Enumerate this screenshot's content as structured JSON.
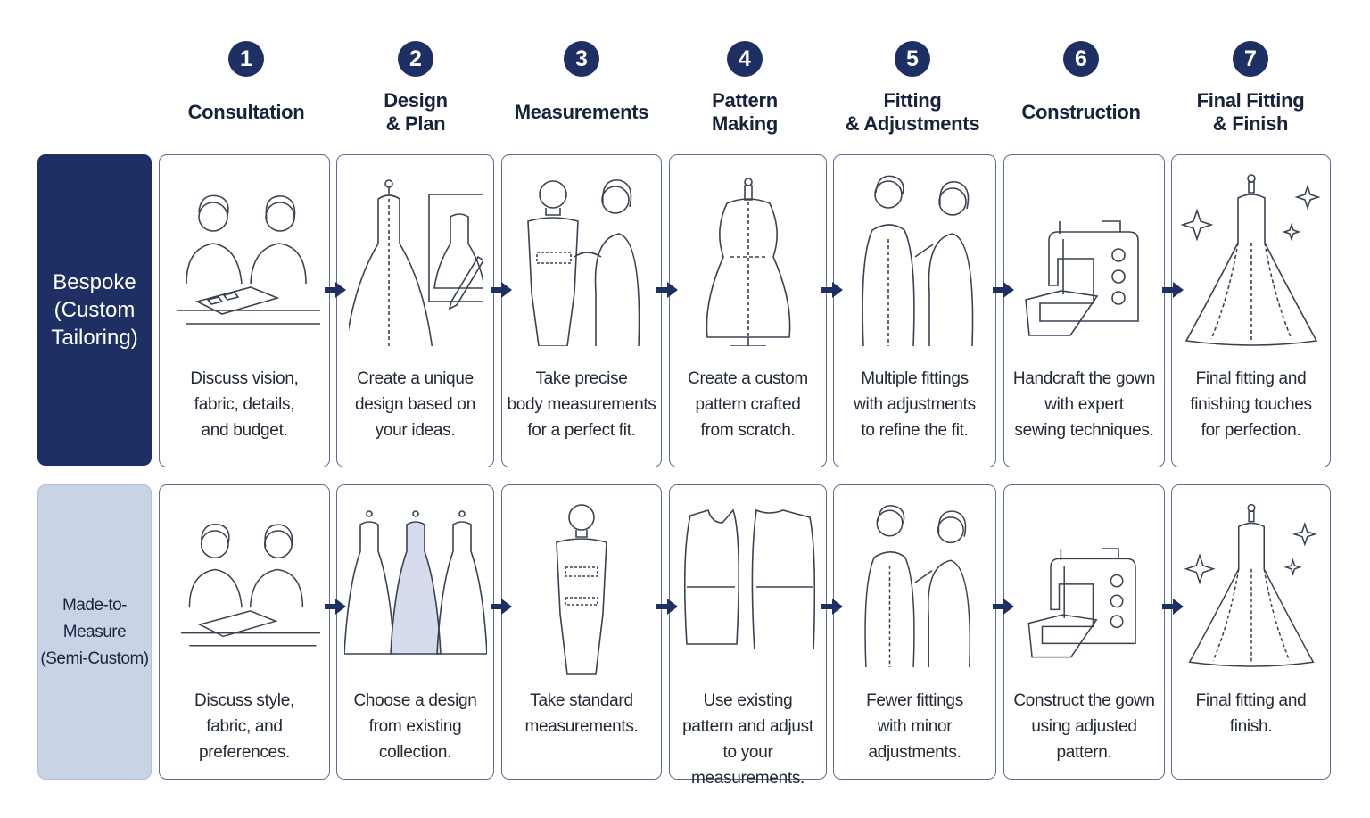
{
  "steps": [
    {
      "number": "1",
      "title": "Consultation"
    },
    {
      "number": "2",
      "title": "Design\n& Plan"
    },
    {
      "number": "3",
      "title": "Measurements"
    },
    {
      "number": "4",
      "title": "Pattern\nMaking"
    },
    {
      "number": "5",
      "title": "Fitting\n& Adjustments"
    },
    {
      "number": "6",
      "title": "Construction"
    },
    {
      "number": "7",
      "title": "Final Fitting\n& Finish"
    }
  ],
  "rows": [
    {
      "label": "Bespoke\n(Custom\nTailoring)",
      "cards": [
        {
          "text": "Discuss vision,\nfabric, details,\nand budget.",
          "icon": "consultation-icon"
        },
        {
          "text": "Create a unique\ndesign based on\nyour ideas.",
          "icon": "dress-sketch-icon"
        },
        {
          "text": "Take precise\nbody measurements\nfor a perfect fit.",
          "icon": "measuring-icon"
        },
        {
          "text": "Create a custom\npattern crafted\nfrom scratch.",
          "icon": "dress-form-icon"
        },
        {
          "text": "Multiple fittings\nwith adjustments\nto refine the fit.",
          "icon": "fitting-icon"
        },
        {
          "text": "Handcraft the gown\nwith expert\nsewing techniques.",
          "icon": "sewing-machine-icon"
        },
        {
          "text": "Final fitting and\nfinishing touches\nfor perfection.",
          "icon": "gown-sparkle-icon"
        }
      ]
    },
    {
      "label": "Made-to-Measure\n(Semi-Custom)",
      "cards": [
        {
          "text": "Discuss style,\nfabric, and\npreferences.",
          "icon": "consultation-icon"
        },
        {
          "text": "Choose a design\nfrom existing\ncollection.",
          "icon": "dress-collection-icon"
        },
        {
          "text": "Take standard\nmeasurements.",
          "icon": "standard-measure-icon"
        },
        {
          "text": "Use existing\npattern and adjust\nto your measurements.",
          "icon": "pattern-pieces-icon"
        },
        {
          "text": "Fewer fittings\nwith minor\nadjustments.",
          "icon": "fitting-icon"
        },
        {
          "text": "Construct the gown\nusing adjusted\npattern.",
          "icon": "sewing-machine-icon"
        },
        {
          "text": "Final fitting and\nfinish.",
          "icon": "gown-sparkle-icon"
        }
      ]
    }
  ],
  "colors": {
    "navy": "#1d2f63",
    "light_blue": "#c9d3e6",
    "card_border": "#5e6f94"
  }
}
